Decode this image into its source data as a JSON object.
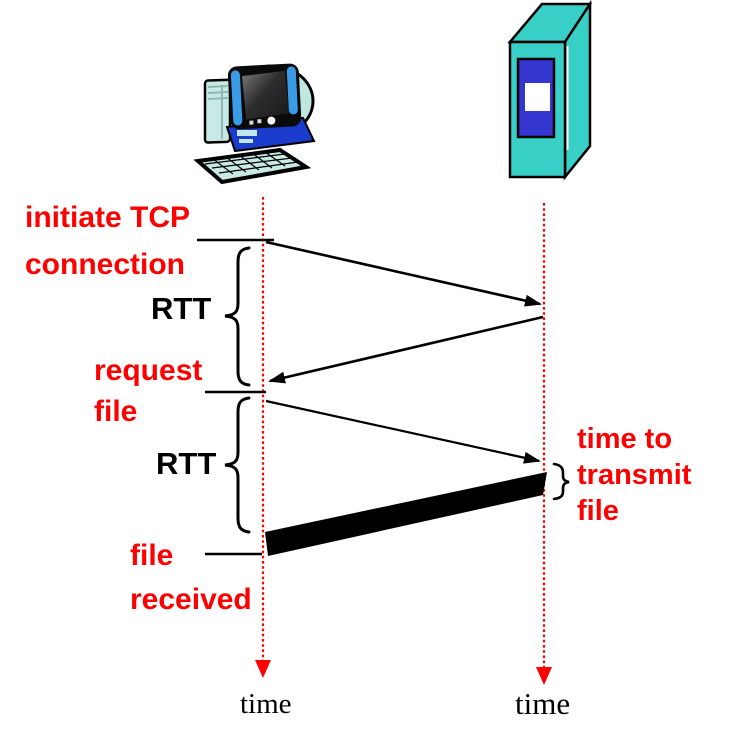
{
  "page": {
    "background": "#ffffff"
  },
  "labels": {
    "initiate_tcp": "initiate TCP\nconnection",
    "rtt_first": "RTT",
    "request_file": "request\nfile",
    "rtt_second": "RTT",
    "file_received": "file\nreceived",
    "time_to_transmit": "time to\ntransmit\nfile",
    "client_time_axis": "time",
    "server_time_axis": "time"
  },
  "colors": {
    "annotation_red": "#ff0000",
    "timeline_red": "#ff0000",
    "ink_black": "#000000",
    "server_teal": "#38d0c6",
    "server_panel_blue": "#3436cf",
    "client_base_blue": "#1b3ccc",
    "client_accent_blue": "#3a9ce6",
    "client_light_teal": "#c8eae6"
  },
  "nodes": [
    {
      "id": "client",
      "icon": "client-computer-icon"
    },
    {
      "id": "server",
      "icon": "server-tower-icon"
    }
  ],
  "flows": [
    {
      "from": "client",
      "to": "server",
      "style": "thin-arrow"
    },
    {
      "from": "server",
      "to": "client",
      "style": "thin-arrow"
    },
    {
      "from": "client",
      "to": "server",
      "style": "thin-arrow"
    },
    {
      "from": "server",
      "to": "client",
      "style": "thick-bar"
    }
  ]
}
